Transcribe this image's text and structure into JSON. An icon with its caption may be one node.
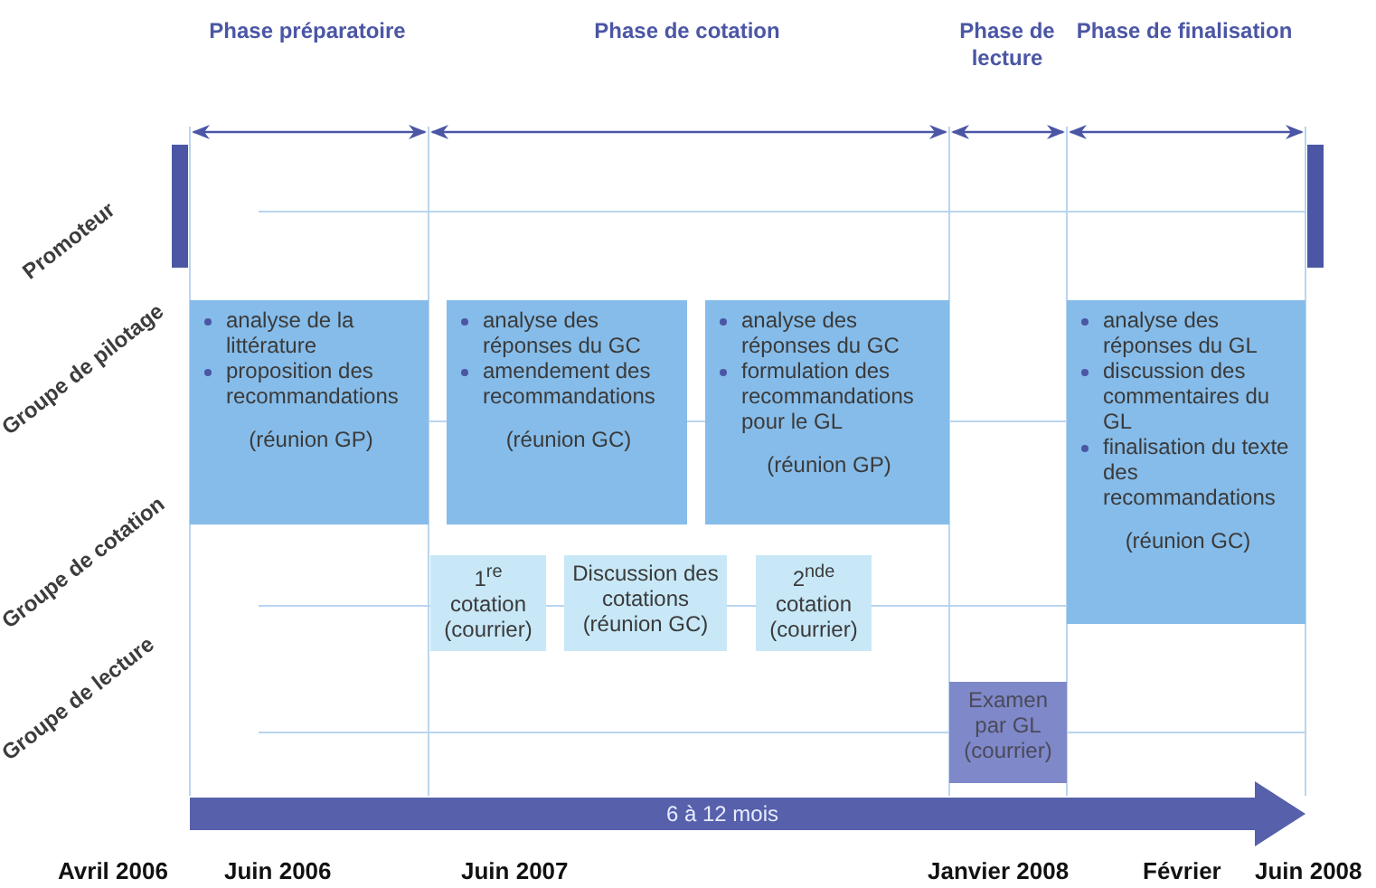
{
  "diagram": {
    "nodes": [
      {
        "text": [
          "analyse de la littérature",
          "proposition des recommandations",
          "(réunion GP)"
        ]
      },
      {
        "text": [
          "analyse des réponses du GC",
          "amendement des recommandations",
          "(réunion GC)"
        ]
      },
      {
        "text": [
          "analyse des réponses du GC",
          "formulation des recommandations pour le GL",
          "(réunion GP)"
        ]
      },
      {
        "text": [
          "analyse des réponses du GL",
          "discussion des commentaires du GL",
          "finalisation du texte des recommandations",
          "(réunion GC)"
        ]
      },
      {
        "text": [
          "1$^{re}$ cotation (courrier)"
        ]
      },
      {
        "text": [
          "Discussion des cotations (réunion GC)"
        ]
      },
      {
        "text": [
          "2$^{nde}$ cotation (courrier)"
        ]
      },
      {
        "text": [
          "Examen par GL (courrier)"
        ]
      },
      {
        "text": [
          "6 à 12 mois"
        ]
      }
    ],
    "edges": [],
    "labels": [
      "Phase préparatoire",
      "Phase de cotation",
      "Phase de lecture",
      "Phase de finalisation",
      "Promoteur",
      "Groupe de pilotage",
      "Groupe de cotation",
      "Groupe de lecture",
      "Avril 2006",
      "Juin 2006",
      "Juin 2007",
      "Janvier 2008",
      "Février",
      "Juin 2008"
    ]
  }
}
